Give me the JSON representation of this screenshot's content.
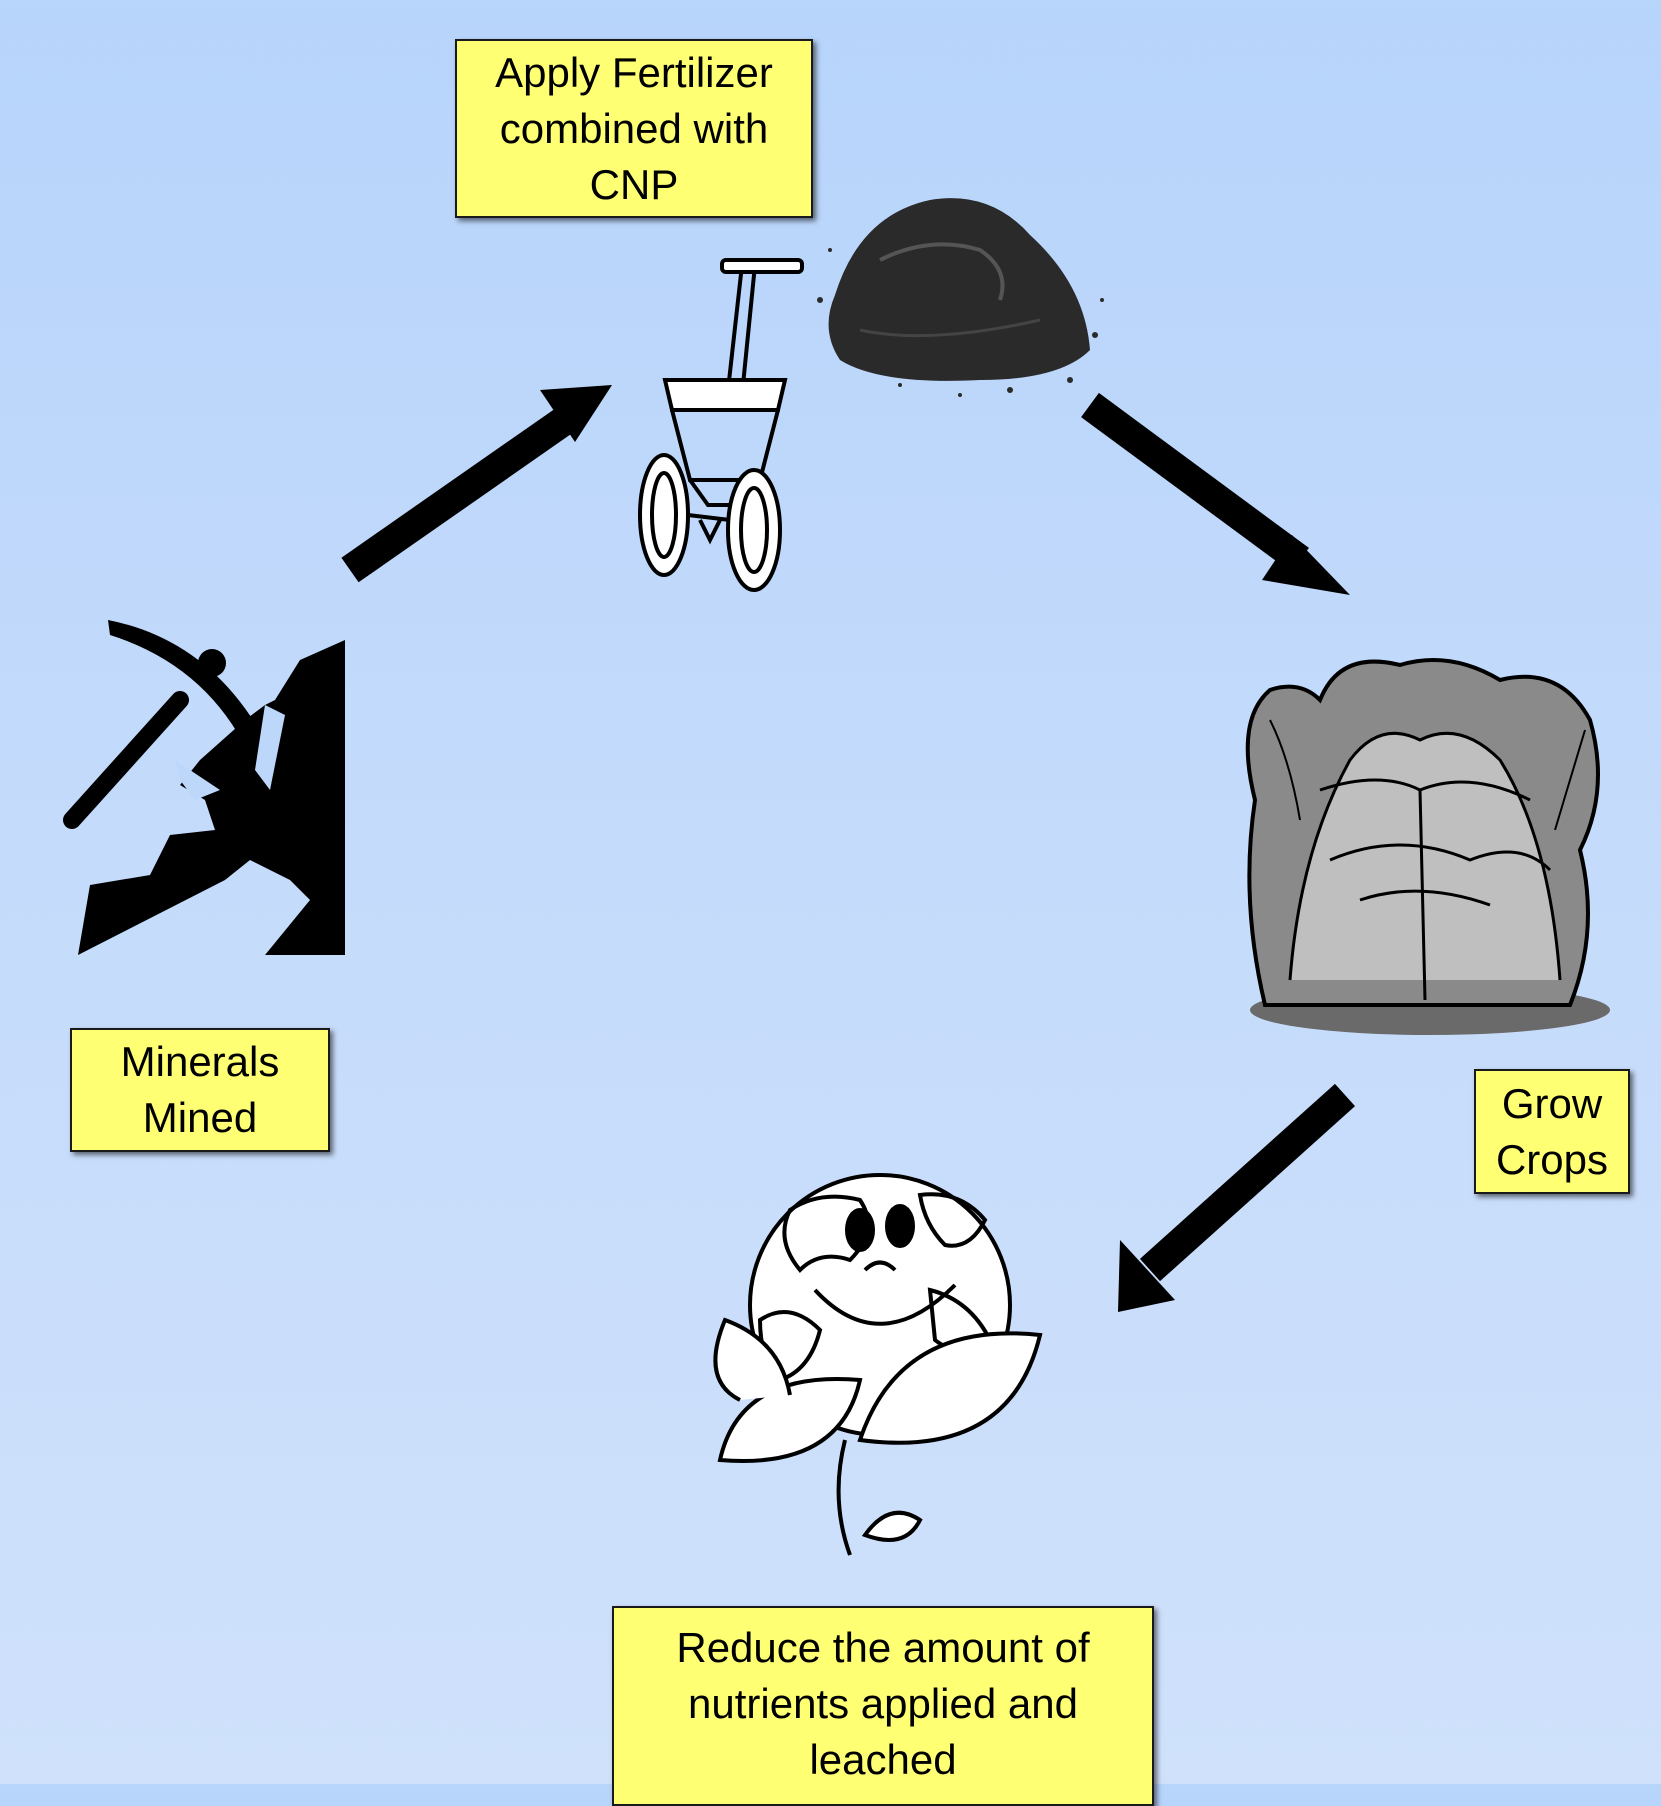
{
  "diagram": {
    "labels": {
      "fertilizer": "Apply Fertilizer\ncombined with\nCNP",
      "minerals": "Minerals\nMined",
      "crops": "Grow\nCrops",
      "reduce": "Reduce the amount of\nnutrients applied and\nleached"
    },
    "icons": [
      "miner-icon",
      "fertilizer-spreader-icon",
      "soil-pile-icon",
      "lettuce-icon",
      "smiling-earth-icon"
    ],
    "colors": {
      "background": "#bdd7fb",
      "label_fill": "#ffff73",
      "arrow": "#000000"
    }
  }
}
